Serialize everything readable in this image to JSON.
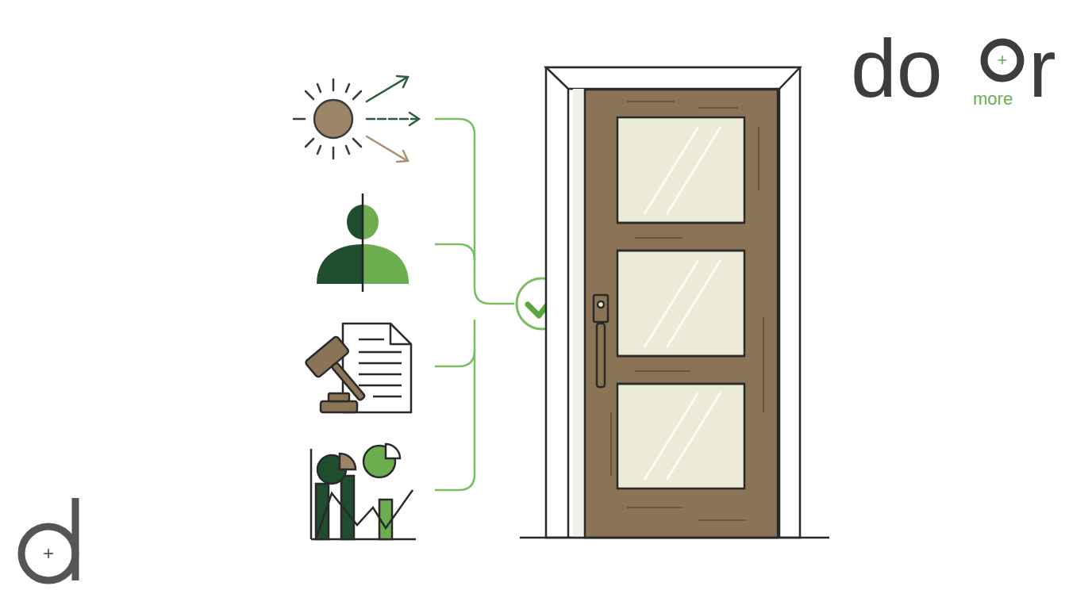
{
  "diagram": {
    "labels": [
      "do",
      "+",
      "more",
      "r",
      "+"
    ]
  }
}
